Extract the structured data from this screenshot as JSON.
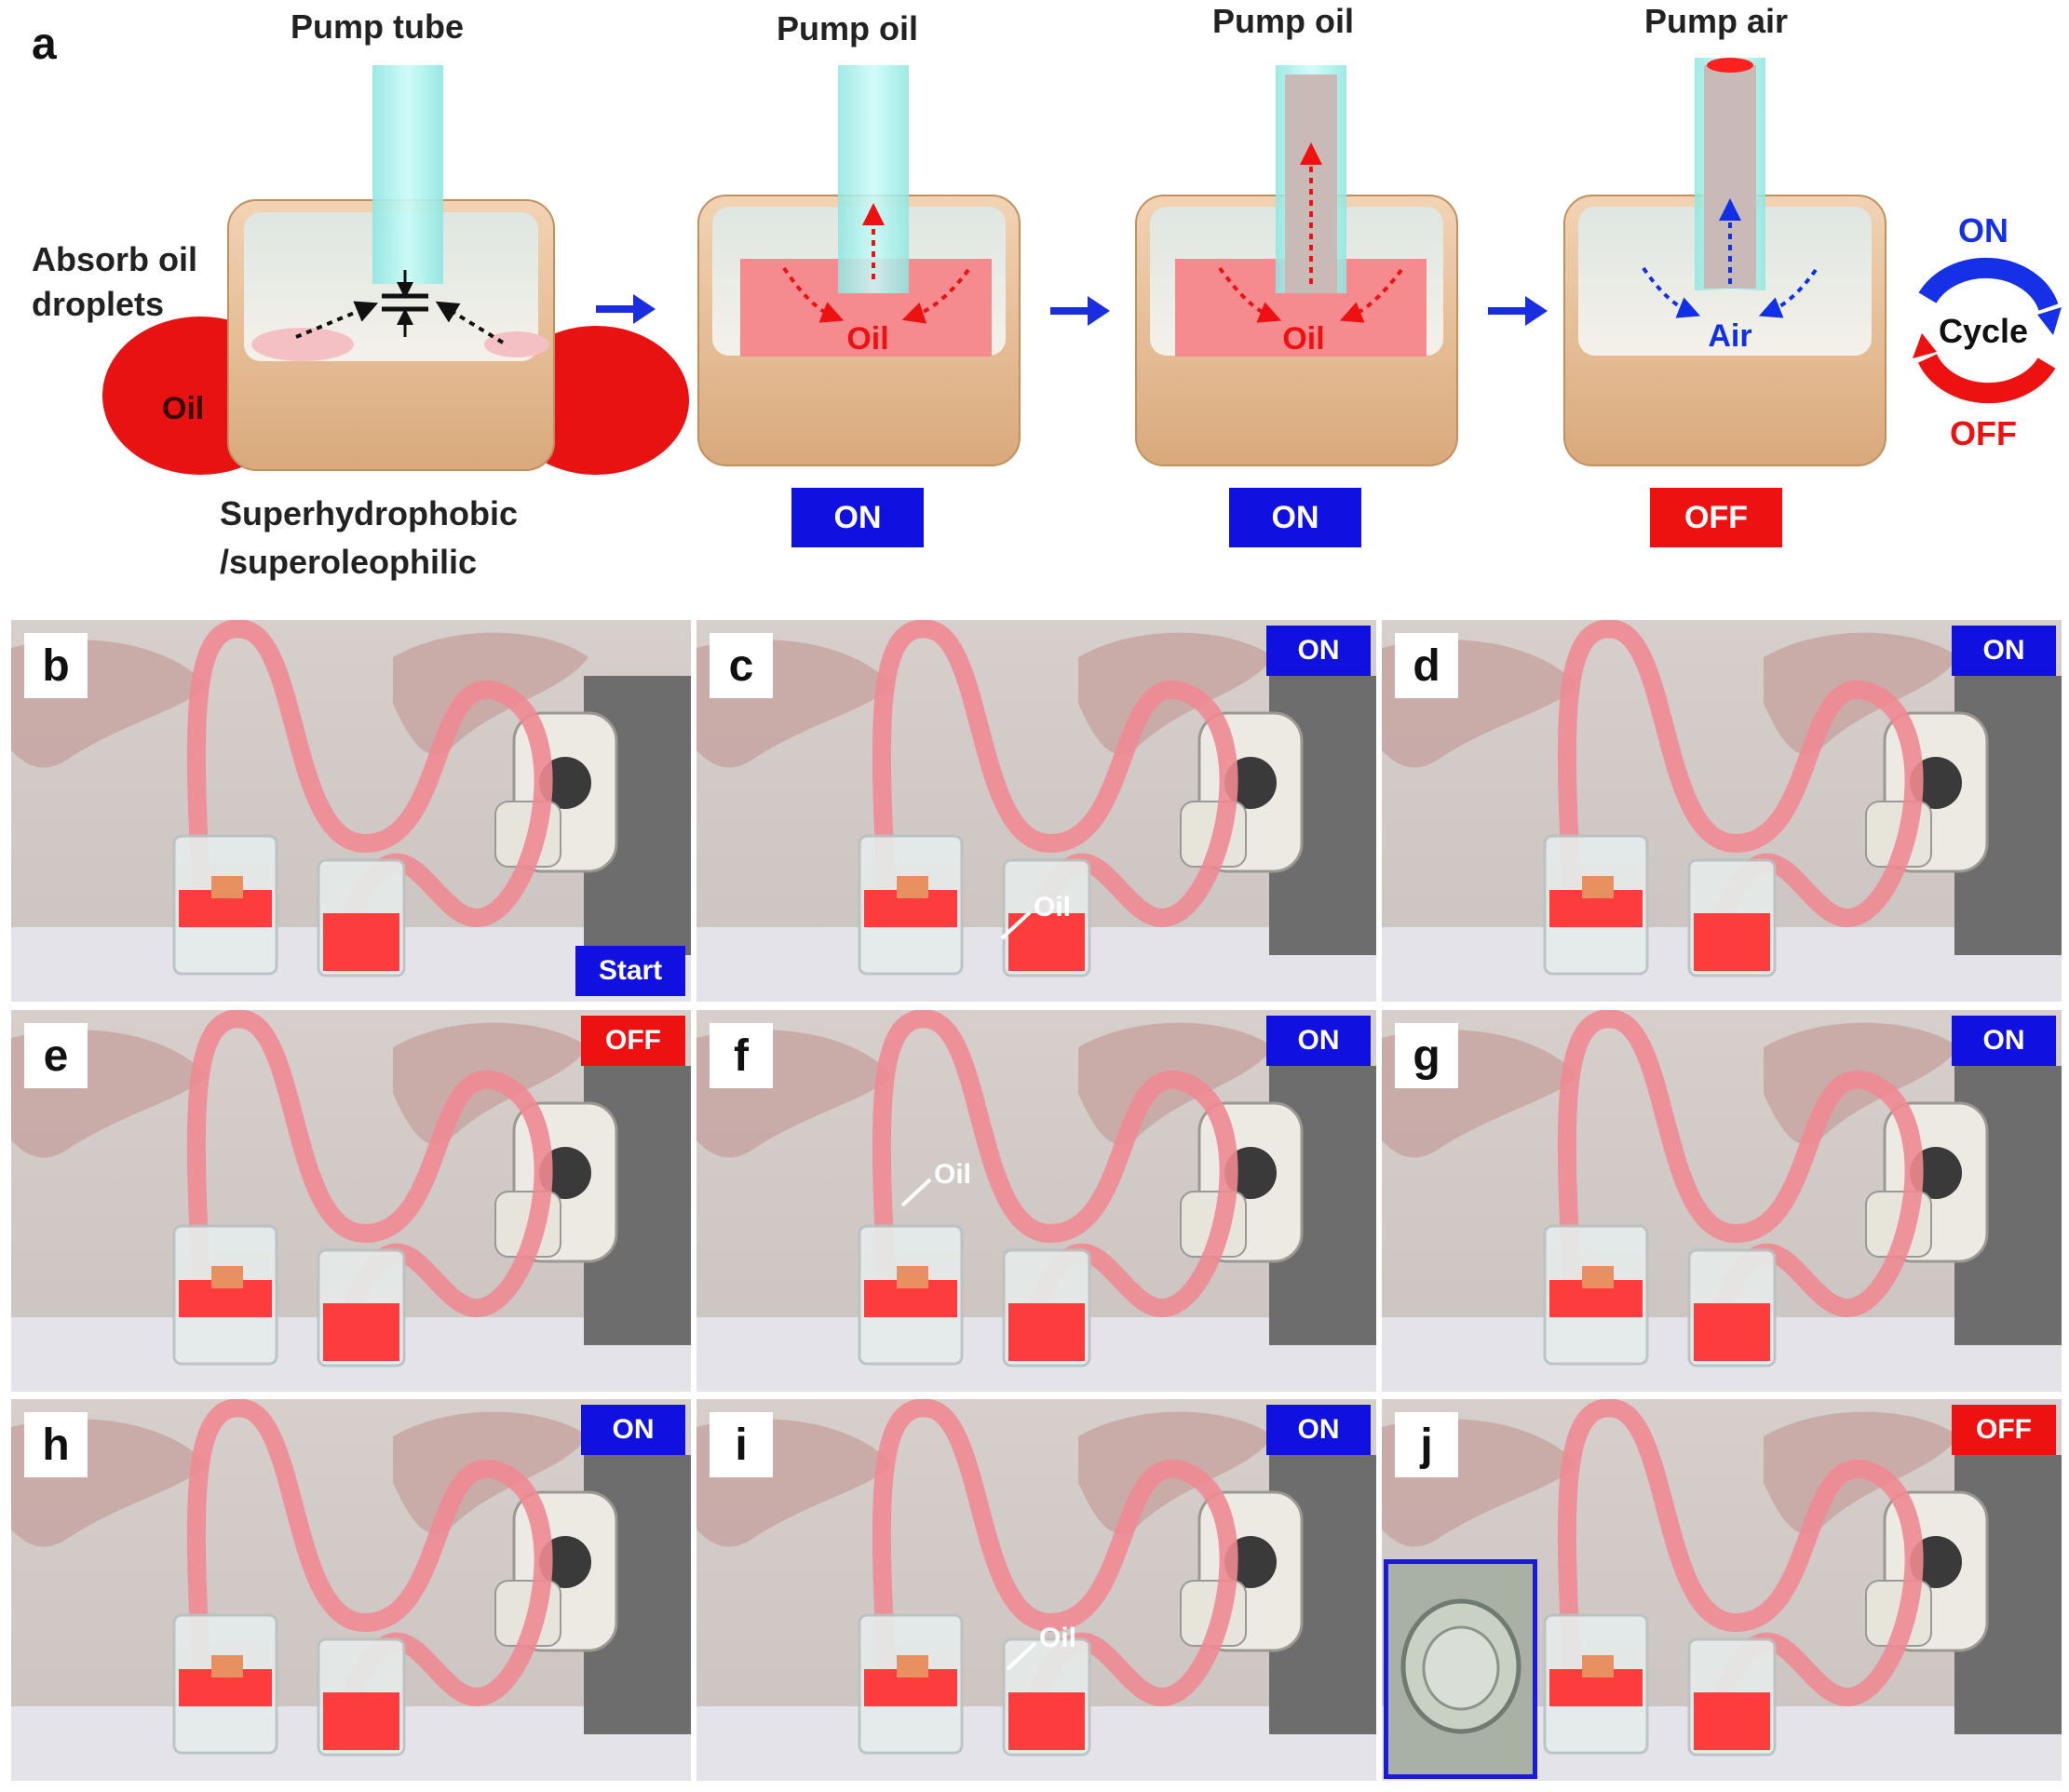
{
  "panel_a": {
    "label": "a",
    "captions": {
      "pump_tube": "Pump tube",
      "absorb": [
        "Absorb oil",
        "droplets"
      ],
      "oil": "Oil",
      "surface": [
        "Superhydrophobic",
        "/superoleophilic"
      ],
      "pump_oil_1": "Pump oil",
      "pump_oil_2": "Pump oil",
      "pump_air": "Pump air",
      "oil_inside_2": "Oil",
      "oil_inside_3": "Oil",
      "air_inside": "Air"
    },
    "status": [
      "ON",
      "ON",
      "OFF"
    ],
    "cycle": {
      "on": "ON",
      "center": "Cycle",
      "off": "OFF"
    }
  },
  "photos": [
    {
      "label": "b",
      "tag": "Start",
      "tag_color": "#1010e0",
      "oil_note": ""
    },
    {
      "label": "c",
      "tag": "ON",
      "tag_color": "#1010e0",
      "oil_note": "Oil"
    },
    {
      "label": "d",
      "tag": "ON",
      "tag_color": "#1010e0",
      "oil_note": ""
    },
    {
      "label": "e",
      "tag": "OFF",
      "tag_color": "#ee1111",
      "oil_note": ""
    },
    {
      "label": "f",
      "tag": "ON",
      "tag_color": "#1010e0",
      "oil_note": "Oil"
    },
    {
      "label": "g",
      "tag": "ON",
      "tag_color": "#1010e0",
      "oil_note": ""
    },
    {
      "label": "h",
      "tag": "ON",
      "tag_color": "#1010e0",
      "oil_note": ""
    },
    {
      "label": "i",
      "tag": "ON",
      "tag_color": "#1010e0",
      "oil_note": "Oil"
    },
    {
      "label": "j",
      "tag": "OFF",
      "tag_color": "#ee1111",
      "oil_note": ""
    }
  ],
  "colors": {
    "on": "#1010e0",
    "off": "#ee1111",
    "oil": "#ff2020",
    "tube": "#a8f0ec",
    "box": "#e4b98f"
  }
}
